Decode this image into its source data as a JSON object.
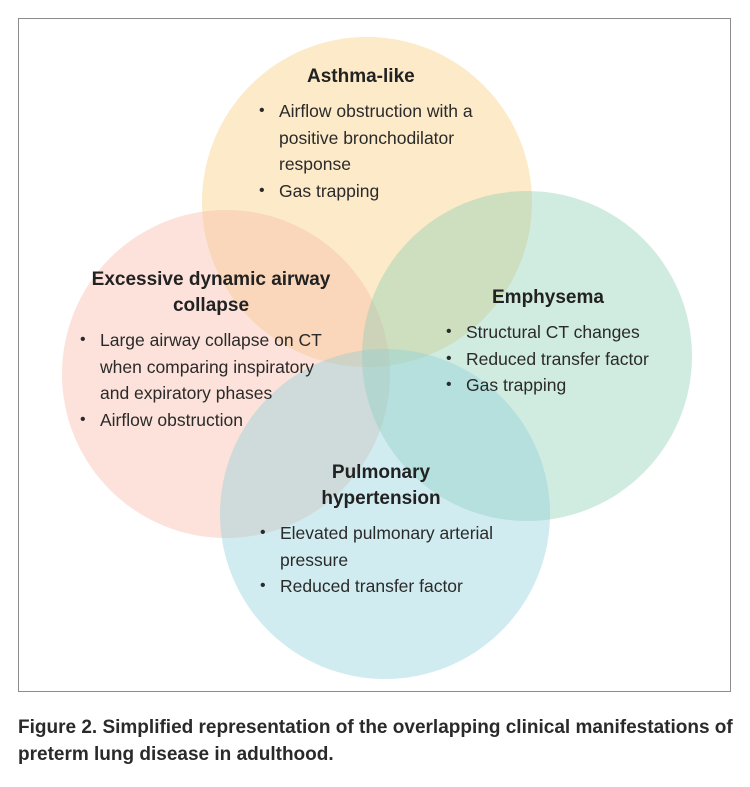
{
  "figure": {
    "caption": "Figure 2. Simplified representation of the overlapping clinical manifestations of preterm lung disease in adulthood.",
    "colors": {
      "asthma": "#f9d38b",
      "emphysema": "#8fd0b4",
      "edac": "#f8b9a6",
      "pulmonary": "#8ccfd9"
    },
    "circles": [
      {
        "id": "asthma",
        "title": "Asthma-like",
        "bullets": [
          "Airflow obstruction with a positive bronchodilator response",
          "Gas trapping"
        ]
      },
      {
        "id": "edac",
        "title": "Excessive dynamic airway collapse",
        "bullets": [
          "Large airway collapse on CT when comparing inspiratory and expiratory phases",
          "Airflow obstruction"
        ]
      },
      {
        "id": "emphysema",
        "title": "Emphysema",
        "bullets": [
          "Structural CT changes",
          "Reduced transfer factor",
          "Gas trapping"
        ]
      },
      {
        "id": "pulmonary",
        "title": "Pulmonary hypertension",
        "bullets": [
          "Elevated pulmonary arterial pressure",
          "Reduced transfer factor"
        ]
      }
    ]
  }
}
